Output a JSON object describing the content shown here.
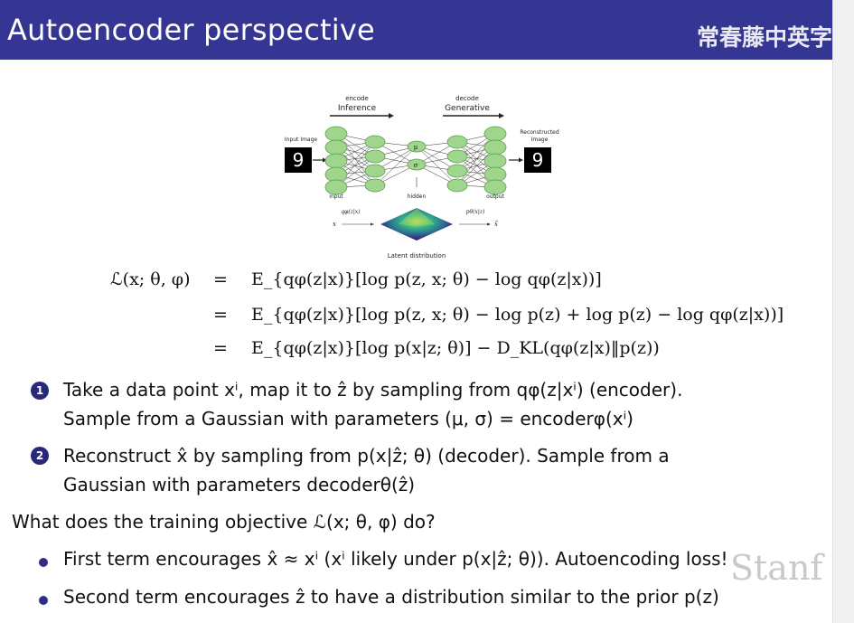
{
  "header": {
    "title": "Autoencoder perspective",
    "watermark": "常春藤中英字"
  },
  "figure": {
    "encode_label": "encode",
    "inference_label": "Inference",
    "decode_label": "decode",
    "generative_label": "Generative",
    "input_image_label": "Input Image",
    "reconstructed_label_1": "Reconstructed",
    "reconstructed_label_2": "Image",
    "digit": "9",
    "input_label": "input",
    "hidden_label": "hidden",
    "output_label": "output",
    "mu": "μ",
    "sigma": "σ",
    "q_label": "qφ(z|x)",
    "p_label": "pθ(x|z)",
    "x_label": "x",
    "xhat_label": "x̃",
    "latent_label": "Latent distribution",
    "colors": {
      "node": "#9fd58c",
      "node_stroke": "#5f9d4f",
      "edge": "#333333"
    }
  },
  "equations": {
    "lhs": "ℒ(x; θ, φ)",
    "op": "=",
    "line1": "E_{qφ(z|x)}[log p(z, x; θ) − log qφ(z|x))]",
    "line2": "E_{qφ(z|x)}[log p(z, x; θ) − log p(z) + log p(z) − log qφ(z|x))]",
    "line3": "E_{qφ(z|x)}[log p(x|z; θ)] − D_KL(qφ(z|x)‖p(z))"
  },
  "numbered": [
    {
      "num": "1",
      "line1": "Take a data point xⁱ, map it to ẑ by sampling from qφ(z|xⁱ) (encoder).",
      "line2": "Sample from a Gaussian with parameters (μ, σ) = encoderφ(xⁱ)"
    },
    {
      "num": "2",
      "line1": "Reconstruct x̂ by sampling from p(x|ẑ; θ) (decoder). Sample from a",
      "line2": "Gaussian with parameters decoderθ(ẑ)"
    }
  ],
  "question": "What does the training objective ℒ(x; θ, φ) do?",
  "bullets": [
    "First term encourages x̂ ≈ xⁱ (xⁱ likely under p(x|ẑ; θ)). Autoencoding loss!",
    "Second term encourages ẑ to have a distribution similar to the prior p(z)"
  ],
  "watermark_bottom": "Stanf"
}
